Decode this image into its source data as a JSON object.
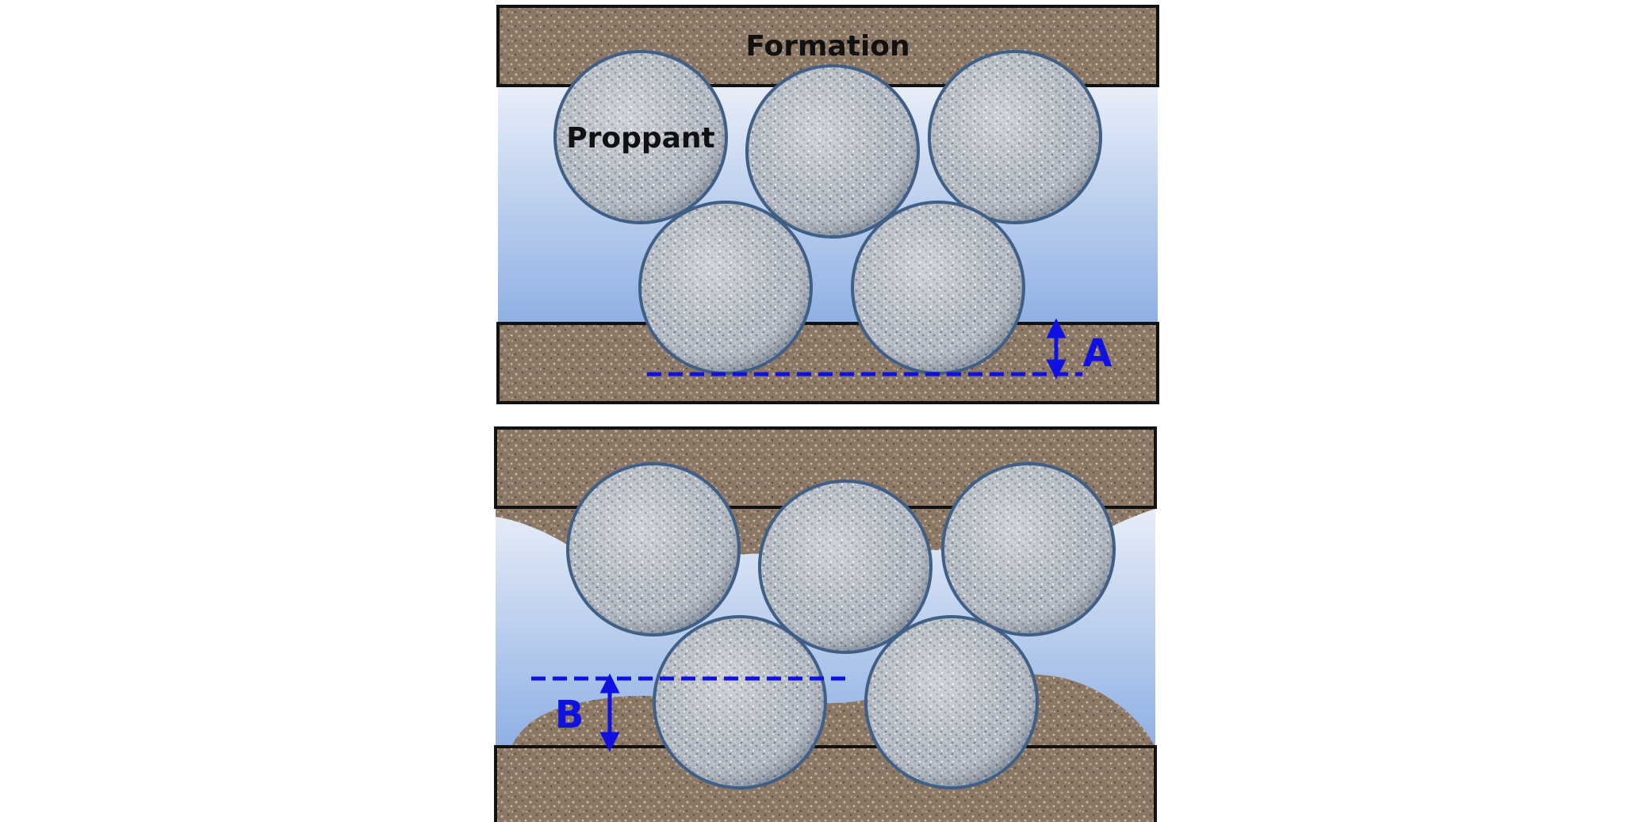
{
  "labels": {
    "formation": "Formation",
    "proppant": "Proppant",
    "embedment_a": "A",
    "embedment_b": "B"
  },
  "colors": {
    "formation_base": "#8a7766",
    "formation_grain": "#b9a898",
    "fluid_top": "#e8eef8",
    "fluid_bottom": "#8fb0e4",
    "proppant_fill": "#b9bfc7",
    "proppant_edge": "#3f5f86",
    "annotation": "#1010e0",
    "outline": "#111111"
  },
  "icons": {
    "proppant": "proppant-grain-icon",
    "measure": "double-arrow-icon"
  }
}
